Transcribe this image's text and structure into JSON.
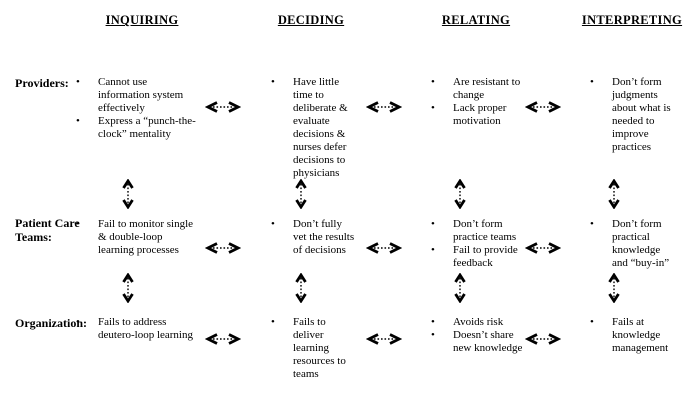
{
  "diagram": {
    "columns": [
      "INQUIRING",
      "DECIDING",
      "RELATING",
      "INTERPRETING"
    ],
    "rows": [
      {
        "label": "Providers:",
        "cells": [
          {
            "bullets": [
              "Cannot use information system effectively",
              "Express a “punch-the-clock” mentality"
            ]
          },
          {
            "bullets": [
              "Have little time to deliberate & evaluate decisions & nurses defer decisions to physicians"
            ]
          },
          {
            "bullets": [
              "Are resistant to change",
              "Lack proper motivation"
            ]
          },
          {
            "bullets": [
              "Don’t form judgments about what is needed to improve practices"
            ]
          }
        ]
      },
      {
        "label": "Patient Care Teams:",
        "cells": [
          {
            "bullets": [
              "Fail to monitor single & double-loop learning processes"
            ]
          },
          {
            "bullets": [
              "Don’t fully vet the results of decisions"
            ]
          },
          {
            "bullets": [
              "Don’t form practice teams",
              "Fail to provide feedback"
            ]
          },
          {
            "bullets": [
              "Don’t form practical knowledge and “buy-in”"
            ]
          }
        ]
      },
      {
        "label": "Organization:",
        "cells": [
          {
            "bullets": [
              "Fails to address deutero-loop learning"
            ]
          },
          {
            "bullets": [
              "Fails to deliver learning resources to teams"
            ]
          },
          {
            "bullets": [
              "Avoids risk",
              "Doesn’t share new knowledge"
            ]
          },
          {
            "bullets": [
              "Fails at knowledge management"
            ]
          }
        ]
      }
    ],
    "glyphs": {
      "bullet": "•"
    },
    "colors": {
      "text": "#000000",
      "background": "#ffffff",
      "arrow": "#000000"
    }
  }
}
